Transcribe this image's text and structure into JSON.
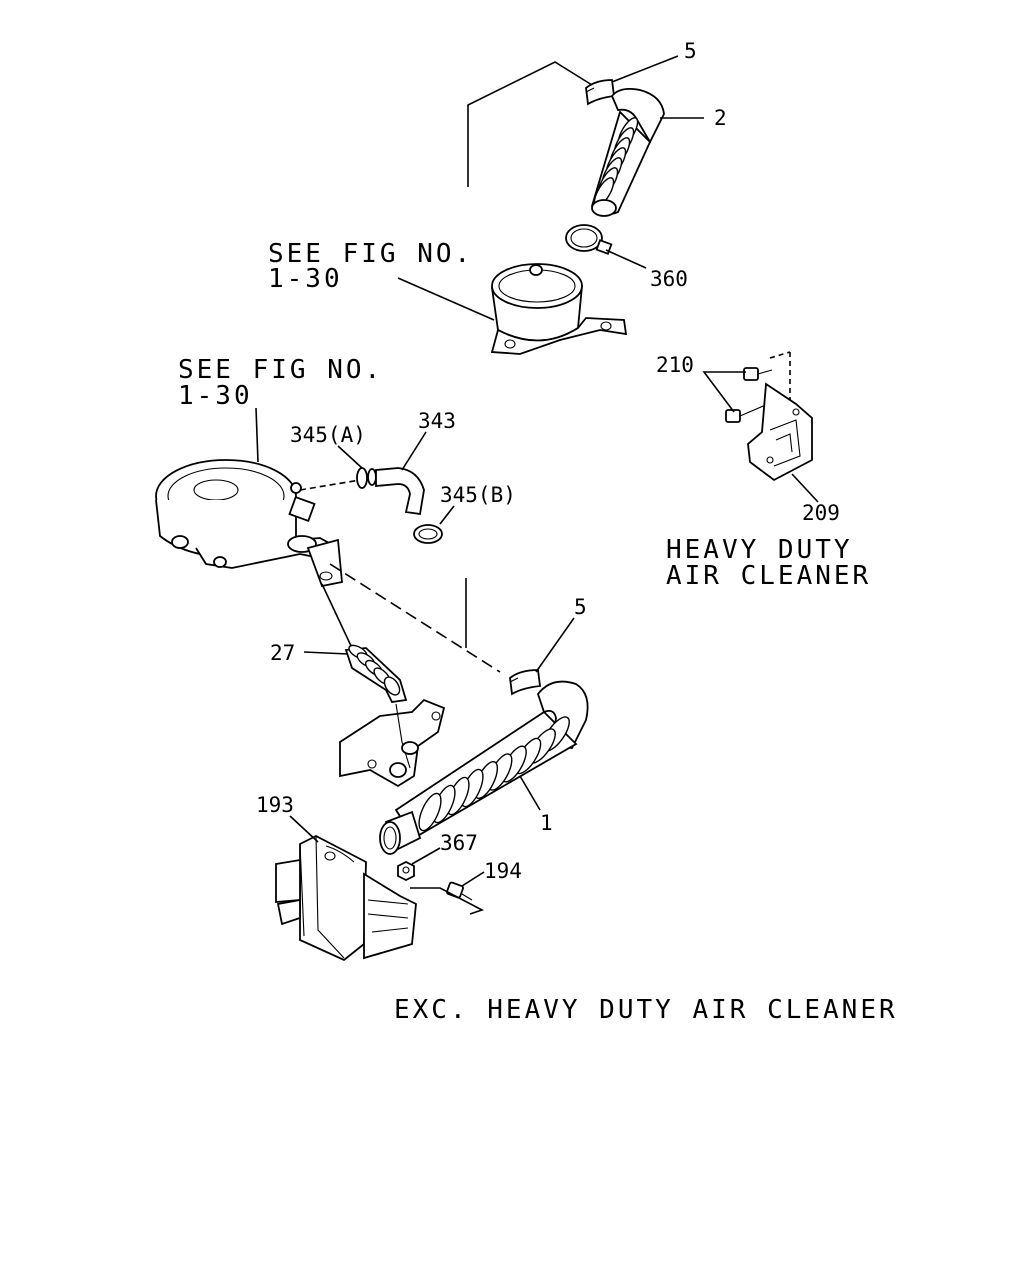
{
  "notes": {
    "see_fig_top_1": "SEE FIG NO.",
    "see_fig_top_2": "1-30",
    "see_fig_left_1": "SEE FIG NO.",
    "see_fig_left_2": "1-30",
    "heavy_duty_1": "HEAVY DUTY",
    "heavy_duty_2": "AIR CLEANER",
    "exc_heavy_duty": "EXC. HEAVY DUTY AIR CLEANER"
  },
  "callouts": {
    "c5_top": "5",
    "c2": "2",
    "c360": "360",
    "c210": "210",
    "c209": "209",
    "c345a": "345(A)",
    "c343": "343",
    "c345b": "345(B)",
    "c5_mid": "5",
    "c27": "27",
    "c1": "1",
    "c193": "193",
    "c367": "367",
    "c194": "194"
  }
}
